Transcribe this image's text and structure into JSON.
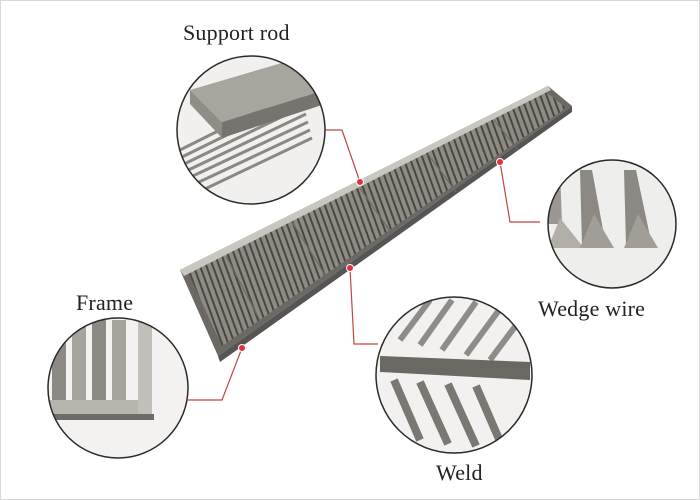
{
  "labels": {
    "support_rod": "Support rod",
    "frame": "Frame",
    "wedge_wire": "Wedge wire",
    "weld": "Weld"
  },
  "colors": {
    "leader_line": "#c0463f",
    "marker_dot": "#e2303a",
    "steel_light": "#b9b6b1",
    "steel_dark": "#5e5a55",
    "circle_border": "#2a2a2a"
  },
  "callouts": [
    {
      "key": "support_rod",
      "icon": "support-rod-closeup"
    },
    {
      "key": "frame",
      "icon": "frame-corner-closeup"
    },
    {
      "key": "wedge_wire",
      "icon": "wedge-wire-profile-closeup"
    },
    {
      "key": "weld",
      "icon": "weld-joint-closeup"
    }
  ]
}
